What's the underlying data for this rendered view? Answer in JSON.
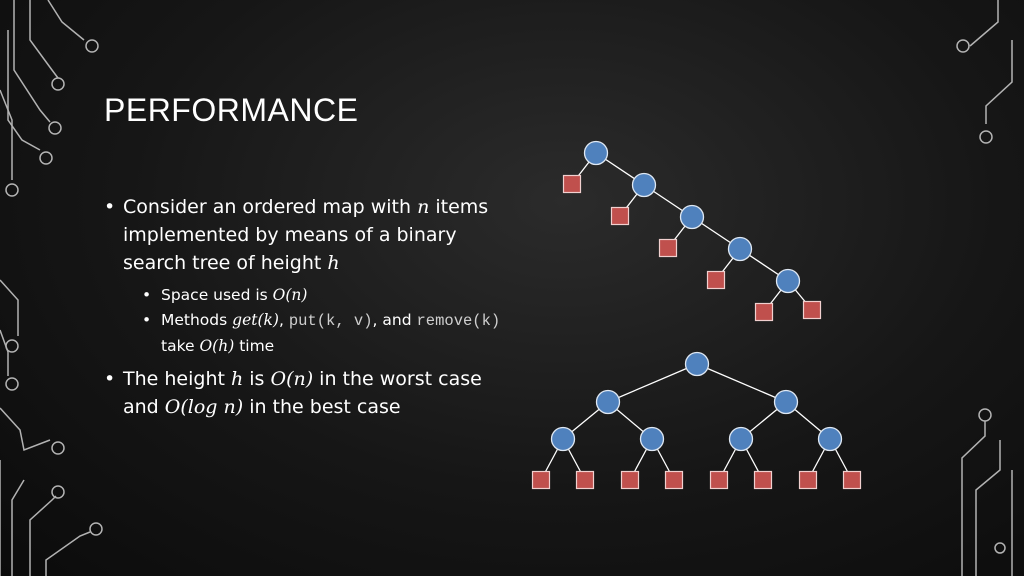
{
  "slide": {
    "title": "PERFORMANCE",
    "b1": {
      "t1": "Consider an ordered map with ",
      "m1": "n",
      "t2": " items implemented by means of a binary search tree of height ",
      "m2": "h"
    },
    "b1a": {
      "t1": "Space used is ",
      "m1": "O(n)"
    },
    "b1b": {
      "t1": "Methods ",
      "m1": "get(k)",
      "t2": ", ",
      "c1": "put(k, v)",
      "t3": ", and ",
      "c2": "remove(k)",
      "t4": " take ",
      "m2": "O(h)",
      "t5": " time"
    },
    "b2": {
      "t1": "The height ",
      "m1": "h",
      "t2": " is ",
      "m2": "O(n)",
      "t3": " in the worst case and ",
      "m3": "O(log n)",
      "t4": " in the best case"
    }
  },
  "colors": {
    "internal_node": "#4f81bd",
    "external_node": "#c0504d",
    "edge": "#ffffff",
    "decor": "#d0d0d0"
  },
  "diagram": {
    "degenerate_tree": {
      "internal_nodes": 5,
      "external_nodes": 6
    },
    "balanced_tree": {
      "internal_nodes": 7,
      "external_nodes": 8
    }
  }
}
